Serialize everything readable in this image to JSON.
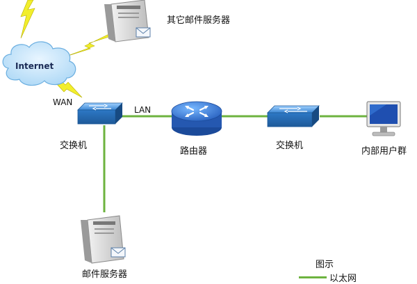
{
  "nodes": {
    "internet": "Internet",
    "other_mail_servers": "其它邮件服务器",
    "switch_left": "交换机",
    "router": "路由器",
    "switch_right": "交换机",
    "internal_users": "内部用户群",
    "mail_server": "邮件服务器"
  },
  "links": {
    "wan": "WAN",
    "lan": "LAN"
  },
  "legend": {
    "title": "图示",
    "ethernet": "以太网"
  },
  "colors": {
    "ethernet_line": "#6db33f",
    "lightning": "#f2ee2c",
    "switch_blue": "#3f8fd6",
    "router_blue": "#2f6fd0"
  }
}
